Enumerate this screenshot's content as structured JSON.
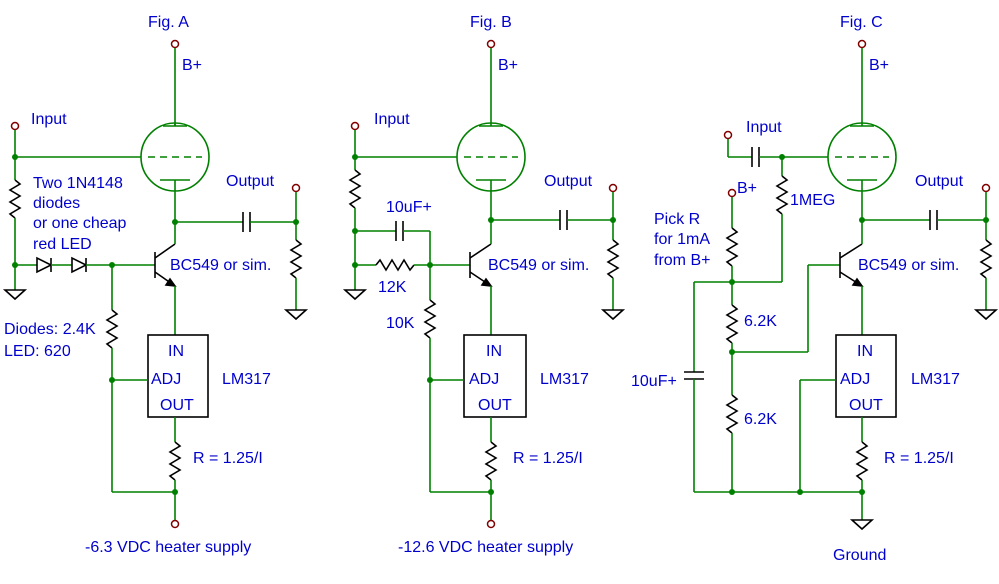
{
  "fig_a": {
    "title": "Fig. A",
    "bplus": "B+",
    "input": "Input",
    "output": "Output",
    "diode_note": [
      "Two 1N4148",
      "diodes",
      "or one cheap",
      "red LED"
    ],
    "transistor": "BC549 or sim.",
    "res_note": [
      "Diodes: 2.4K",
      "LED: 620"
    ],
    "reg_in": "IN",
    "reg_adj": "ADJ",
    "reg_out": "OUT",
    "reg_name": "LM317",
    "r_formula": "R = 1.25/I",
    "supply": "-6.3 VDC heater supply"
  },
  "fig_b": {
    "title": "Fig. B",
    "bplus": "B+",
    "input": "Input",
    "output": "Output",
    "cap": "10uF+",
    "r_series": "12K",
    "r_adj": "10K",
    "transistor": "BC549 or sim.",
    "reg_in": "IN",
    "reg_adj": "ADJ",
    "reg_out": "OUT",
    "reg_name": "LM317",
    "r_formula": "R = 1.25/I",
    "supply": "-12.6 VDC heater supply"
  },
  "fig_c": {
    "title": "Fig. C",
    "bplus": "B+",
    "bplus_small": "B+",
    "input": "Input",
    "output": "Output",
    "r_grid": "1MEG",
    "pick_note": [
      "Pick R",
      "for 1mA",
      "from B+"
    ],
    "r_top": "6.2K",
    "r_bottom": "6.2K",
    "cap": "10uF+",
    "transistor": "BC549 or sim.",
    "reg_in": "IN",
    "reg_adj": "ADJ",
    "reg_out": "OUT",
    "reg_name": "LM317",
    "r_formula": "R = 1.25/I",
    "ground": "Ground"
  }
}
